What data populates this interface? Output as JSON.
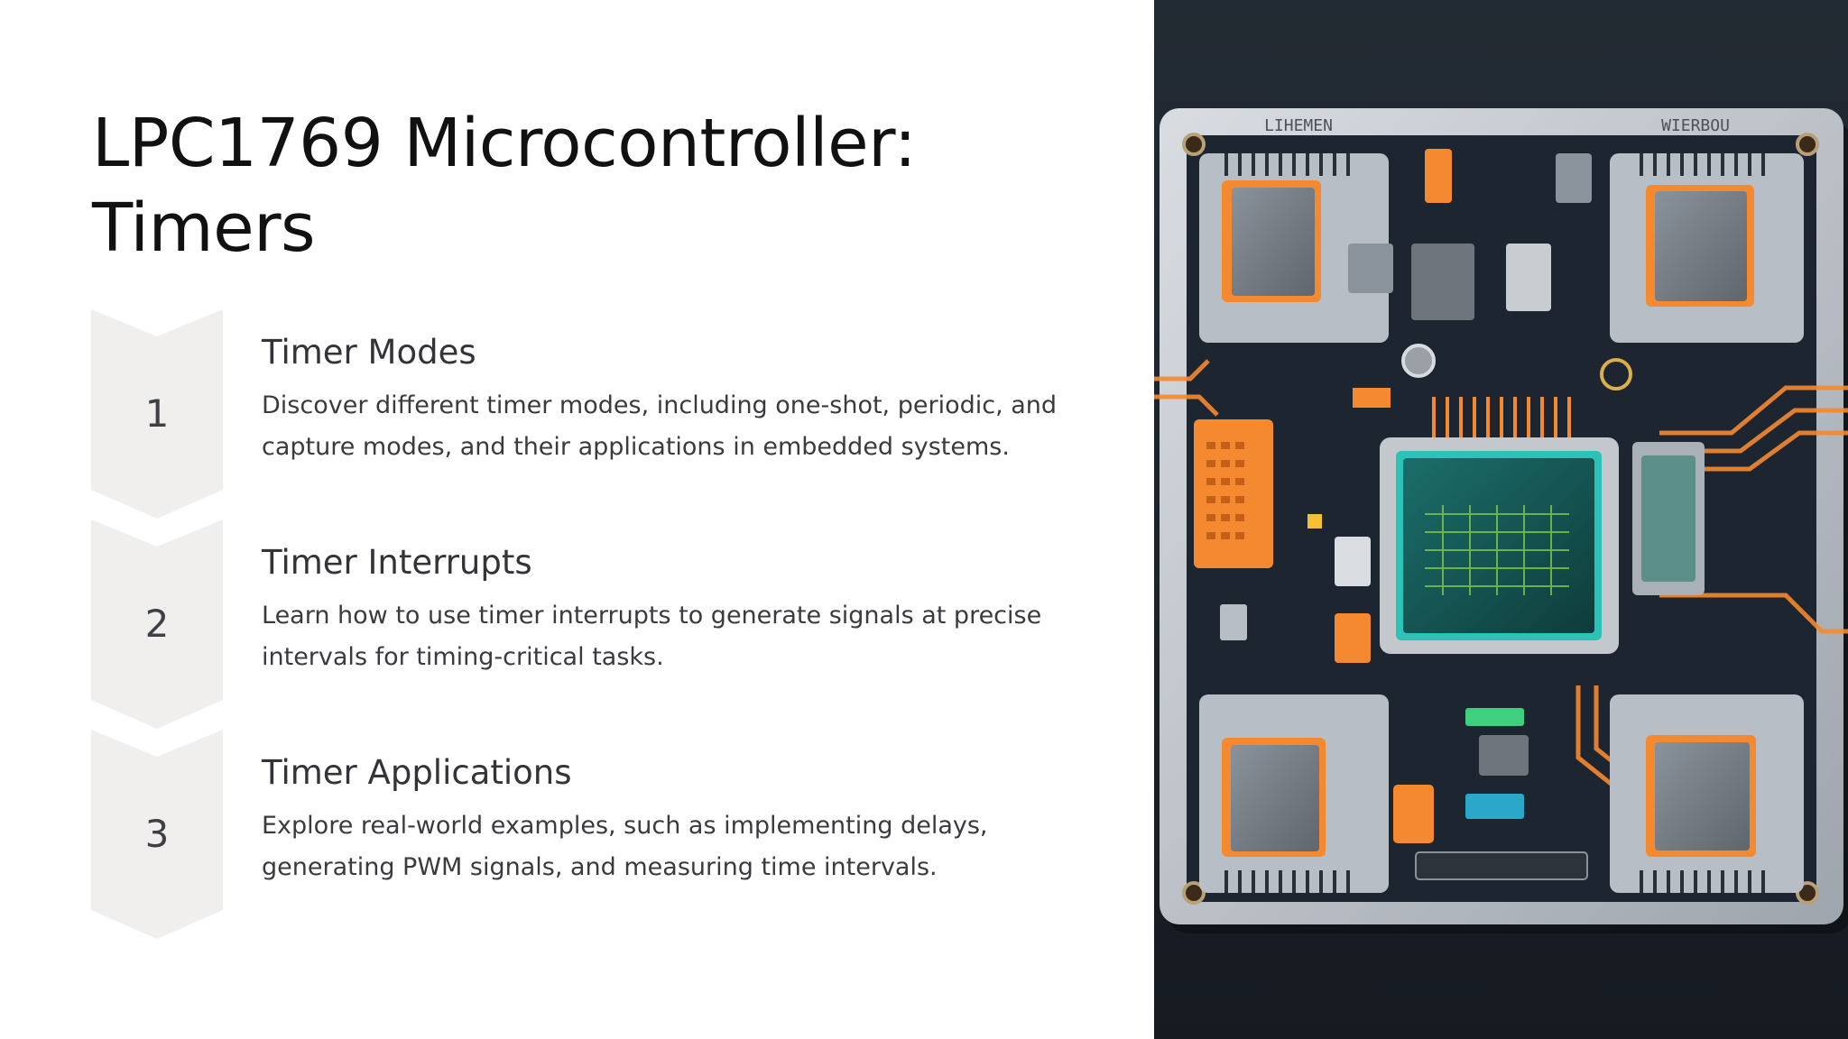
{
  "slide": {
    "title": "LPC1769 Microcontroller: Timers",
    "colors": {
      "background": "#ffffff",
      "title": "#111111",
      "chevron_fill": "#f1efee",
      "photo_background": "#1c232c",
      "accent_orange": "#f5892f",
      "accent_teal": "#2cc2b8"
    },
    "steps": [
      {
        "number": "1",
        "heading": "Timer Modes",
        "body": "Discover different timer modes, including one-shot, periodic, and capture modes, and their applications in embedded systems."
      },
      {
        "number": "2",
        "heading": "Timer Interrupts",
        "body": "Learn how to use timer interrupts to generate signals at precise intervals for timing-critical tasks."
      },
      {
        "number": "3",
        "heading": "Timer Applications",
        "body": "Explore real-world examples, such as implementing delays, generating PWM signals, and measuring time intervals."
      }
    ],
    "image": {
      "subject": "circuit-board-illustration",
      "label_left": "LIHEMEN",
      "label_right": "WIERBOU"
    }
  }
}
